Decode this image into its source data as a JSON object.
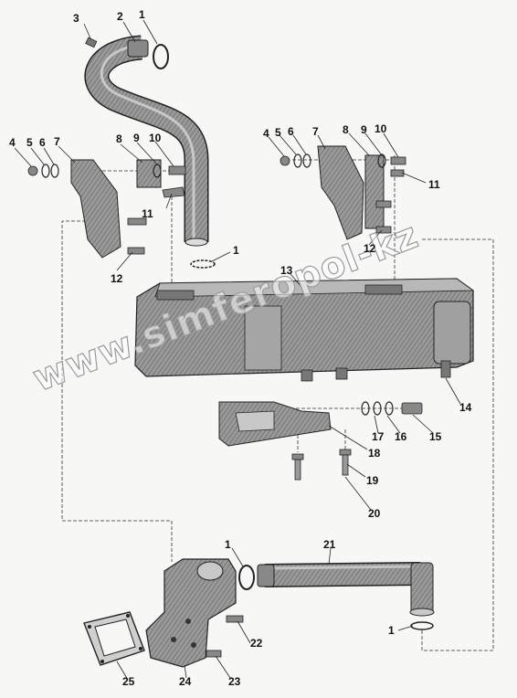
{
  "diagram": {
    "watermark": "www.simferopol-kz",
    "labels": {
      "l1a": "1",
      "l2": "2",
      "l3": "3",
      "l4a": "4",
      "l5a": "5",
      "l6a": "6",
      "l7a": "7",
      "l8a": "8",
      "l9a": "9",
      "l10a": "10",
      "l11a": "11",
      "l12a": "12",
      "l1b": "1",
      "l4b": "4",
      "l5b": "5",
      "l6b": "6",
      "l7b": "7",
      "l8b": "8",
      "l9b": "9",
      "l10b": "10",
      "l11b": "11",
      "l12b": "12",
      "l13": "13",
      "l14": "14",
      "l15": "15",
      "l16": "16",
      "l17": "17",
      "l18": "18",
      "l19": "19",
      "l20": "20",
      "l21": "21",
      "l1c": "1",
      "l1d": "1",
      "l22": "22",
      "l23": "23",
      "l24": "24",
      "l25": "25"
    }
  },
  "colors": {
    "part_fill": "#8c8c8c",
    "part_dark": "#4a4a4a",
    "part_light": "#c8c8c8",
    "line": "#222222"
  }
}
